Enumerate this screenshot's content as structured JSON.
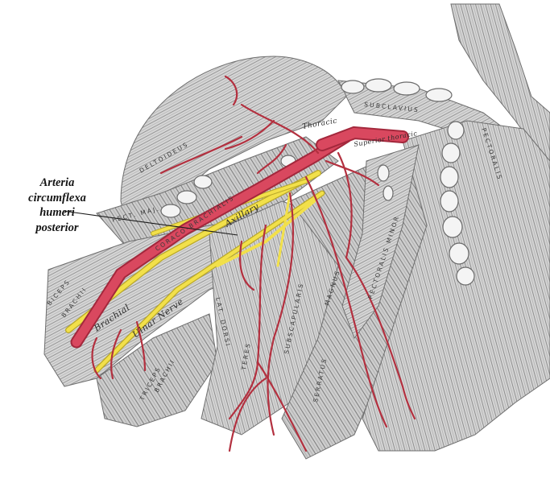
{
  "caption": {
    "lines": [
      "Arteria",
      "circumflexa",
      "humeri",
      "posterior"
    ]
  },
  "illustration": {
    "muscle_labels": {
      "deltoideus": "DELTOIDEUS",
      "pect_maj": "PECT. MAJ.",
      "coraco_brachialis": "CORACO-BRACHIALIS",
      "biceps": "BICEPS",
      "brachii": "BRACHII",
      "triceps": "TRICEPS",
      "brachii_lower": "BRACHII",
      "lat_dorsi": "LAT. DORSI",
      "subscapularis": "SUBSCAPULARIS",
      "serratus": "SERRATUS",
      "magnus": "MAGNUS",
      "subclavius": "SUBCLAVIUS",
      "pect_min": "PECTORALIS MINOR",
      "pectoralis": "PECTORALIS",
      "teres": "TERES"
    },
    "vessel_labels": {
      "axillary": "Axillary",
      "brachial": "Brachial",
      "ulnar_nerve": "Ulnar Nerve",
      "thoracic": "Thoracic",
      "superior_thoracic": "Superior thoracic"
    },
    "colors": {
      "artery": "#d9485f",
      "artery_dark": "#a3283c",
      "nerve": "#f2e04a",
      "nerve_edge": "#b9a82a",
      "muscle": "#cfcfcf",
      "muscle_dark": "#8d8d8d",
      "background": "#ffffff"
    }
  }
}
